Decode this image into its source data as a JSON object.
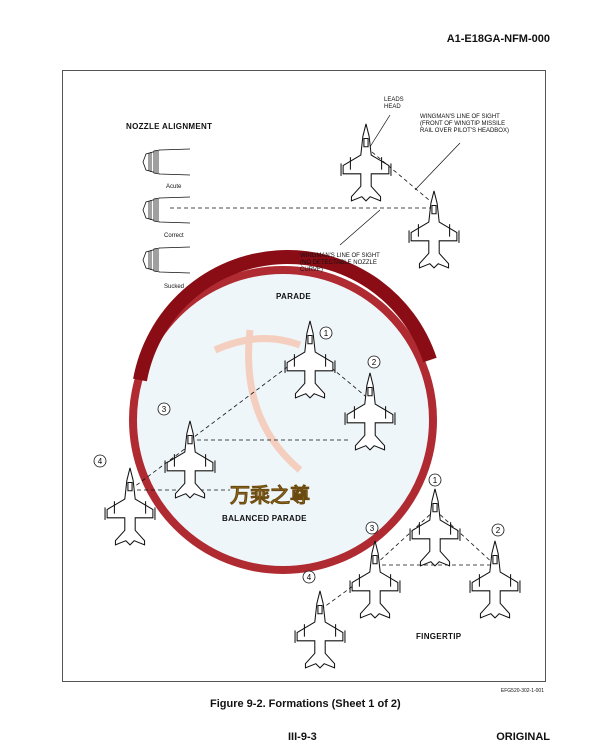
{
  "header": {
    "doc_id": "A1-E18GA-NFM-000"
  },
  "figure": {
    "nozzle_alignment": {
      "title": "NOZZLE ALIGNMENT",
      "items": [
        "Acute",
        "Correct",
        "Sucked"
      ]
    },
    "callouts": {
      "leads_head": "LEADS HEAD",
      "wingman_los_1": "WINGMAN'S LINE OF SIGHT (FRONT OF WINGTIP MISSILE RAIL OVER PILOT'S HEADBOX)",
      "wingman_los_2": "WINGMAN'S LINE OF SIGHT (NO DETECTABLE NOZZLE CURVE)"
    },
    "formations": {
      "parade": "PARADE",
      "balanced_parade": "BALANCED PARADE",
      "fingertip": "FINGERTIP"
    },
    "position_numbers": [
      "1",
      "2",
      "3",
      "4"
    ],
    "code": "EFG520-302-1-001",
    "caption": "Figure 9-2. Formations (Sheet 1 of 2)"
  },
  "watermark": {
    "text": "万乘之尊",
    "color": "#a8141c"
  },
  "footer": {
    "page": "III-9-3",
    "status": "ORIGINAL"
  }
}
